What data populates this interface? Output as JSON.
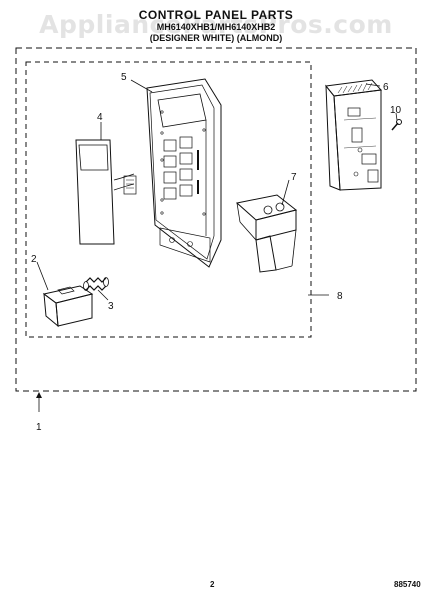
{
  "watermark": "AppliancePartsPros.com",
  "header": {
    "title": "CONTROL PANEL PARTS",
    "model": "MH6140XHB1/MH6140XHB2",
    "description": "(DESIGNER WHITE)   (ALMOND)"
  },
  "callouts": {
    "c1": "1",
    "c2": "2",
    "c3": "3",
    "c4": "4",
    "c5": "5",
    "c6": "6",
    "c7": "7",
    "c8": "8",
    "c10": "10"
  },
  "footer": {
    "page_number": "2",
    "document_number": "885740"
  }
}
